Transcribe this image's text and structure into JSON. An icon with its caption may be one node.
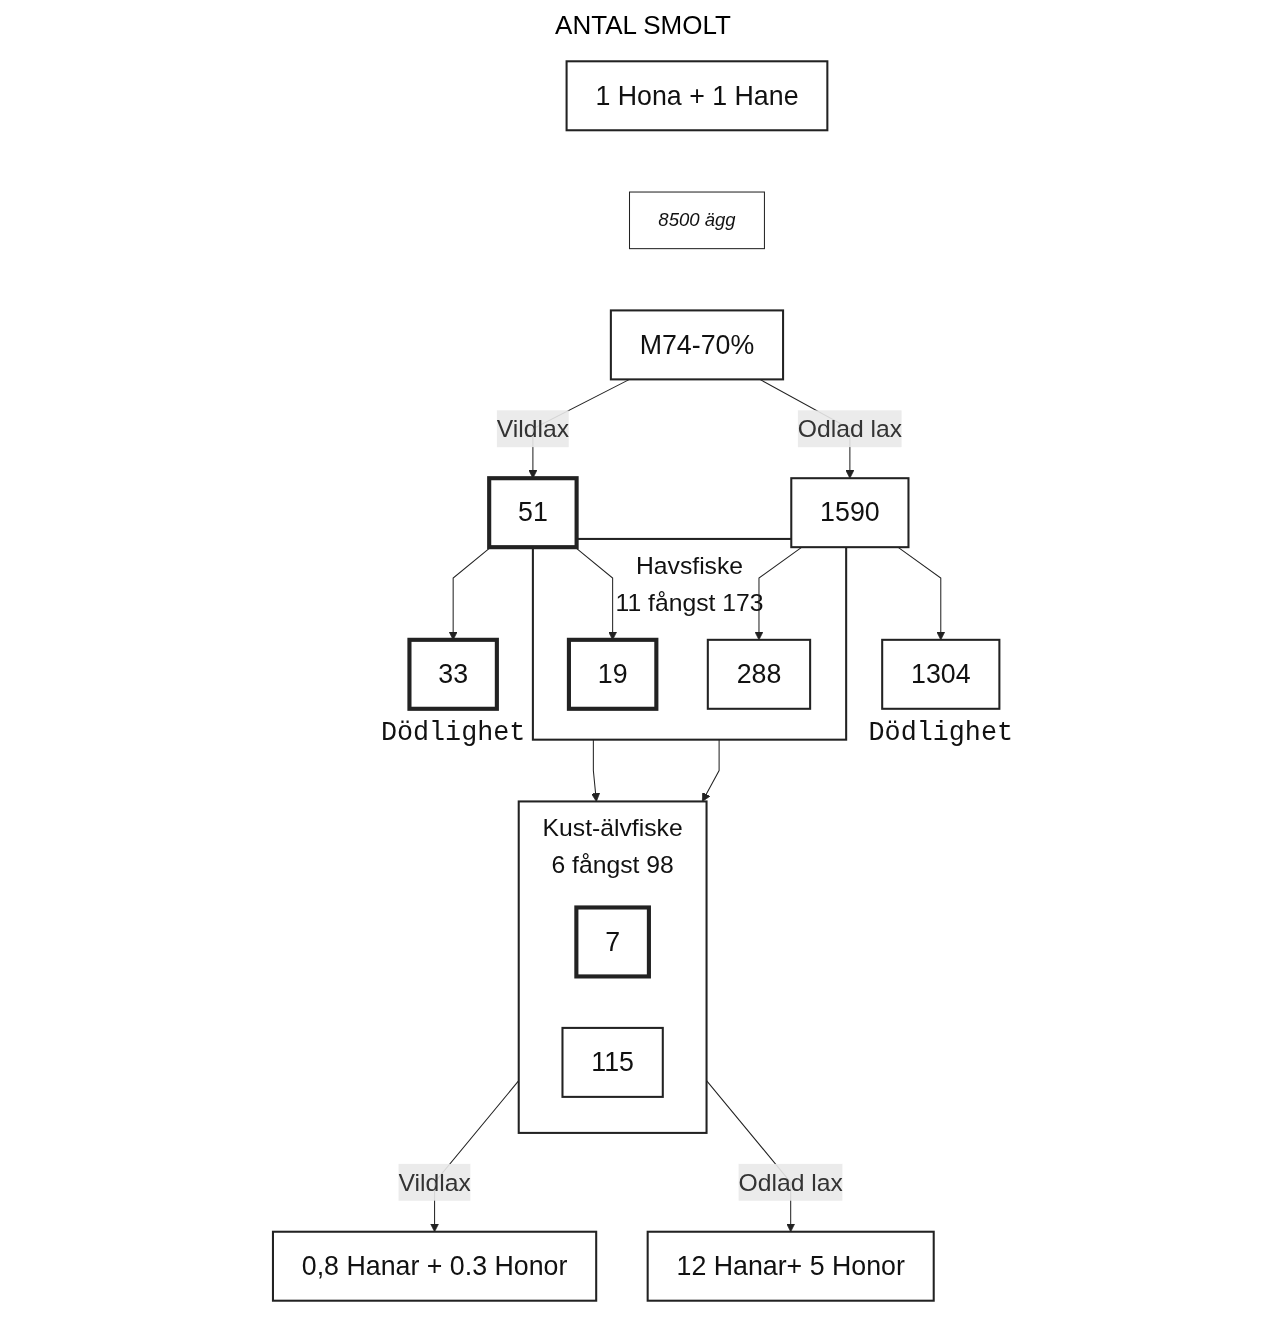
{
  "diagram": {
    "nodes": [
      {
        "text": [
          "1 Hona + 1 Hane"
        ]
      },
      {
        "text": [
          "8500 ägg"
        ]
      },
      {
        "text": [
          "M74-70%"
        ]
      },
      {
        "text": [
          "51"
        ]
      },
      {
        "text": [
          "1590"
        ]
      },
      {
        "text": [
          "33"
        ],
        "beside": [
          "Dödlighet"
        ]
      },
      {
        "text": [
          "Havsfiske",
          "11",
          "fångst",
          "173"
        ]
      },
      {
        "text": [
          "19"
        ],
        "in": 6
      },
      {
        "text": [
          "288"
        ],
        "in": 6
      },
      {
        "text": [
          "1304"
        ],
        "beside": [
          "Dödlighet"
        ]
      },
      {
        "text": [
          "Kust-älvfiske",
          "6",
          "fångst",
          "98"
        ]
      },
      {
        "text": [
          "7"
        ],
        "in": 10
      },
      {
        "text": [
          "115"
        ],
        "in": 10
      },
      {
        "text": [
          "0,8 Hanar + 0.3 Honor"
        ]
      },
      {
        "text": [
          "12 Hanar+ 5 Honor"
        ]
      }
    ],
    "edges": [
      {
        "from": 2,
        "to": 3,
        "arrow": "to",
        "label": "Vildlax"
      },
      {
        "from": 2,
        "to": 4,
        "arrow": "to",
        "label": "Odlad lax"
      },
      {
        "from": 3,
        "to": 5,
        "arrow": "to"
      },
      {
        "from": 3,
        "to": 7,
        "arrow": "to"
      },
      {
        "from": 4,
        "to": 8,
        "arrow": "to"
      },
      {
        "from": 4,
        "to": 9,
        "arrow": "to"
      },
      {
        "from": 6,
        "to": 10,
        "arrow": "to"
      },
      {
        "from": 6,
        "to": 10,
        "arrow": "to"
      },
      {
        "from": 10,
        "to": 13,
        "arrow": "to",
        "label": "Vildlax"
      },
      {
        "from": 10,
        "to": 14,
        "arrow": "to",
        "label": "Odlad lax"
      }
    ],
    "labels": [
      "ANTAL SMOLT"
    ]
  }
}
